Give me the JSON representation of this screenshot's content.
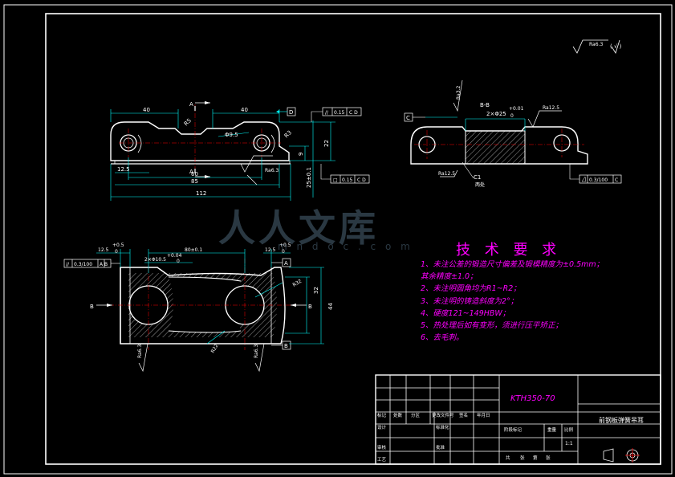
{
  "colors": {
    "background": "#000000",
    "outline": "#ffffff",
    "dimension": "#00ffff",
    "annotation": "#ff00ff",
    "watermark": "#7aa0be"
  },
  "surface_finish_top": {
    "value": "Ra6.3",
    "suffix": "( √ )"
  },
  "front_view": {
    "dims": {
      "left_width": "40",
      "right_width": "40",
      "offset": "12.5",
      "center_distance": "60",
      "inner_length": "85",
      "total_length": "112",
      "height": "22",
      "step": "9",
      "overall_height": "25±0.1",
      "hole_dia": "Φ9.5",
      "radius_left": "R5",
      "radius_right": "R3"
    },
    "section_mark": "A",
    "roughness_bottom": "Ra6.3",
    "tolerance_top": {
      "symbol": "//",
      "value": "0.15",
      "datum": "C D"
    },
    "tolerance_bottom": {
      "symbol": "□",
      "value": "0.15",
      "datum": "C D"
    },
    "datum_label": "D"
  },
  "section_view": {
    "title": "B-B",
    "hole_dim": "2×Φ25",
    "tol_upper": "+0.01",
    "tol_lower": "0",
    "roughness_top": "Ra3.2",
    "roughness_right": "Ra12.5",
    "roughness_bottom": "Ra12.5",
    "chamfer": "C1",
    "chamfer_note": "两处",
    "datum_label": "C",
    "flatness": {
      "value": "0.3/100",
      "datum": "C"
    }
  },
  "plan_view": {
    "dims": {
      "left_offset": "12.5",
      "left_tol_upper": "+0.5",
      "left_tol_lower": "0",
      "center_distance": "80±0.1",
      "right_offset": "12.5",
      "right_tol_upper": "+0.5",
      "right_tol_lower": "0",
      "groove": "2×Φ10.5",
      "groove_tol_upper": "+0.04",
      "groove_tol_lower": "0",
      "radius_32": "R32",
      "radius_22": "R22",
      "height_32": "32",
      "height_44": "44"
    },
    "parallelism": {
      "symbol": "//",
      "value": "0.3/100",
      "datum": "A B"
    },
    "section_mark_a": "A",
    "section_mark_b": "B",
    "roughness_left": "Ra6.3",
    "roughness_right": "Ra6.3"
  },
  "tech_requirements": {
    "title": "技 术 要 求",
    "items": [
      "1、未注公差的锻造尺寸偏差及锻模精度为±0.5mm；",
      "其余精度±1.0；",
      "2、未注明圆角均为R1~R2；",
      "3、未注明的铸造斜度为2°；",
      "4、硬度121~149HBW；",
      "5、热处理后如有变形，须进行压平矫正；",
      "6、去毛刺。"
    ]
  },
  "watermark": {
    "main": "人人文库",
    "sub": "m n d o c . c o m"
  },
  "title_block": {
    "material": "KTH350-70",
    "part_name": "前钢板弹簧吊耳",
    "header_labels": [
      "标记",
      "处数",
      "分区",
      "更改文件号",
      "签名",
      "年月日"
    ],
    "left_rows": [
      "设计",
      "审核",
      "工艺"
    ],
    "mid_labels": [
      "标准化",
      "批准"
    ],
    "stage_labels": [
      "阶段标记",
      "重量",
      "比例"
    ],
    "scale": "1:1",
    "sheet_labels": [
      "共",
      "张",
      "第",
      "张"
    ]
  }
}
